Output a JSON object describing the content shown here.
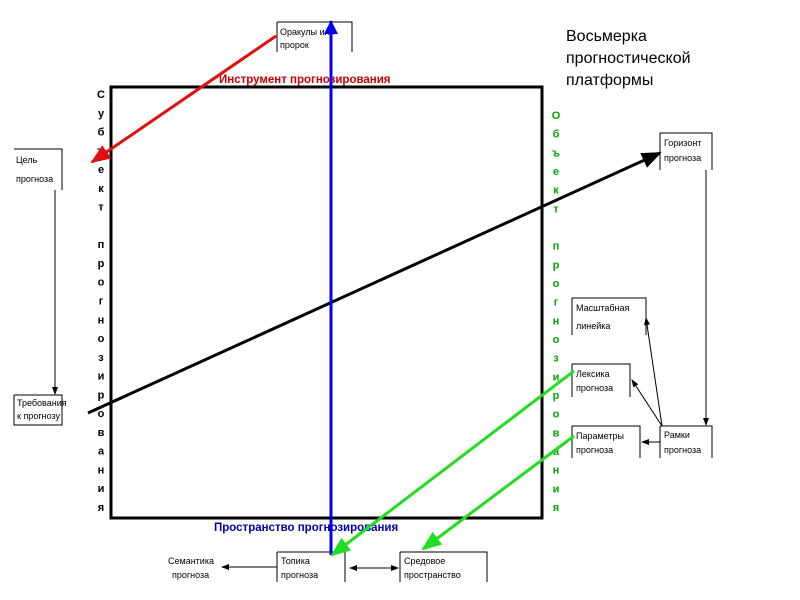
{
  "header": {
    "title_lines": [
      "Восьмерка",
      "прогностической",
      "платформы"
    ]
  },
  "frame_labels": {
    "top": "Инструмент прогнозирования",
    "bottom": "Пространство прогнозирования",
    "left": "Субъект прогнозирования",
    "right": "Объект прогнозирования"
  },
  "nodes": {
    "oracles": [
      "Оракулы или",
      "пророк"
    ],
    "goal": [
      "Цель",
      "прогноза"
    ],
    "requirements": [
      "Требования",
      "к прогнозу"
    ],
    "horizon": [
      "Горизонт",
      "прогноза"
    ],
    "scale": [
      "Масштабная",
      "линейка"
    ],
    "lexicon": [
      "Лексика",
      "прогноза"
    ],
    "parameters": [
      "Параметры",
      "прогноза"
    ],
    "frames": [
      "Рамки",
      "прогноза"
    ],
    "semantics": [
      "Семантика",
      "прогноза"
    ],
    "topics": [
      "Топика",
      "прогноза"
    ],
    "environment": [
      "Средовое",
      "пространство"
    ]
  },
  "colors": {
    "red_arrow": "#dd1111",
    "blue_arrow": "#0000ee",
    "green_arrow": "#22dd22",
    "black": "#000000",
    "label_red": "#cc0000",
    "label_blue": "#0000aa",
    "label_green": "#00aa00"
  }
}
